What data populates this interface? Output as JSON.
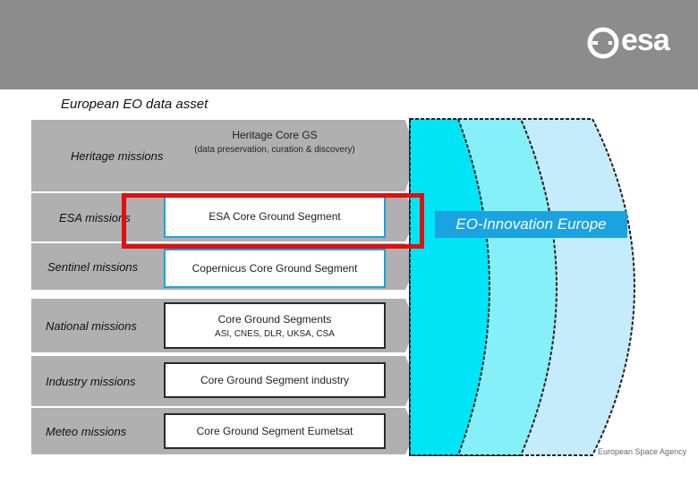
{
  "logo": {
    "icon": "esa-swirl-icon",
    "text": "esa"
  },
  "subtitle": "European EO data asset",
  "rows": [
    {
      "mission": "Heritage missions",
      "segment": "Heritage Core GS",
      "segment_sub": "(data preservation, curation & discovery)"
    },
    {
      "mission": "ESA missions",
      "segment": "ESA Core Ground Segment",
      "segment_sub": ""
    },
    {
      "mission": "Sentinel missions",
      "segment": "Copernicus Core Ground Segment",
      "segment_sub": ""
    },
    {
      "mission": "National missions",
      "segment": "Core Ground Segments",
      "segment_sub": "ASI, CNES, DLR, UKSA, CSA"
    },
    {
      "mission": "Industry missions",
      "segment": "Core Ground Segment industry",
      "segment_sub": ""
    },
    {
      "mission": "Meteo missions",
      "segment": "Core Ground Segment Eumetsat",
      "segment_sub": ""
    }
  ],
  "innovation_label": "EO-Innovation Europe",
  "footer": "European Space Agency",
  "colors": {
    "header": "#8c8c8c",
    "band": "#b0b0b0",
    "accent": "#1aa3e0",
    "highlight": "#e01010",
    "arc1": "#00e5f5",
    "arc2": "#86f0f8",
    "arc3": "#c4ecfb"
  }
}
